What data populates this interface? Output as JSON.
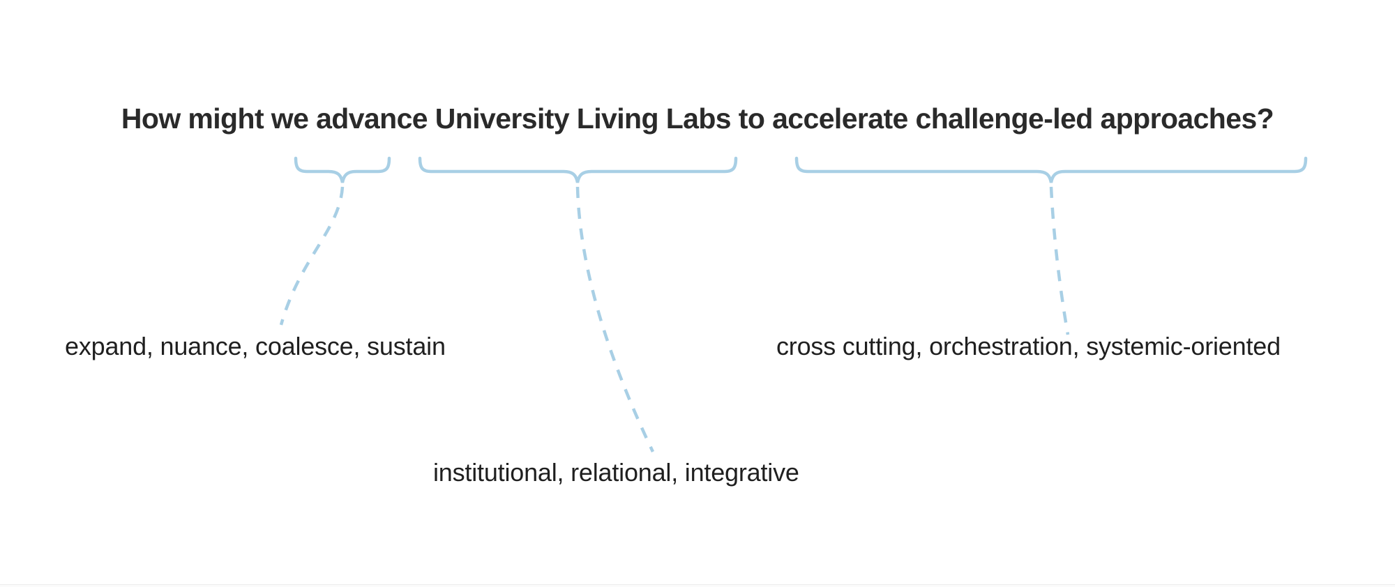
{
  "title": {
    "text": "How might we advance University Living Labs to accelerate challenge-led approaches?"
  },
  "labels": [
    {
      "id": "left",
      "text": "expand, nuance, coalesce, sustain"
    },
    {
      "id": "bottom",
      "text": "institutional, relational, integrative"
    },
    {
      "id": "right",
      "text": "cross cutting, orchestration, systemic-oriented"
    }
  ],
  "colors": {
    "accent_blue": "#a8cfe5",
    "title_text": "#2a2a2a",
    "label_text": "#1f1f1f",
    "divider": "#ececec"
  }
}
